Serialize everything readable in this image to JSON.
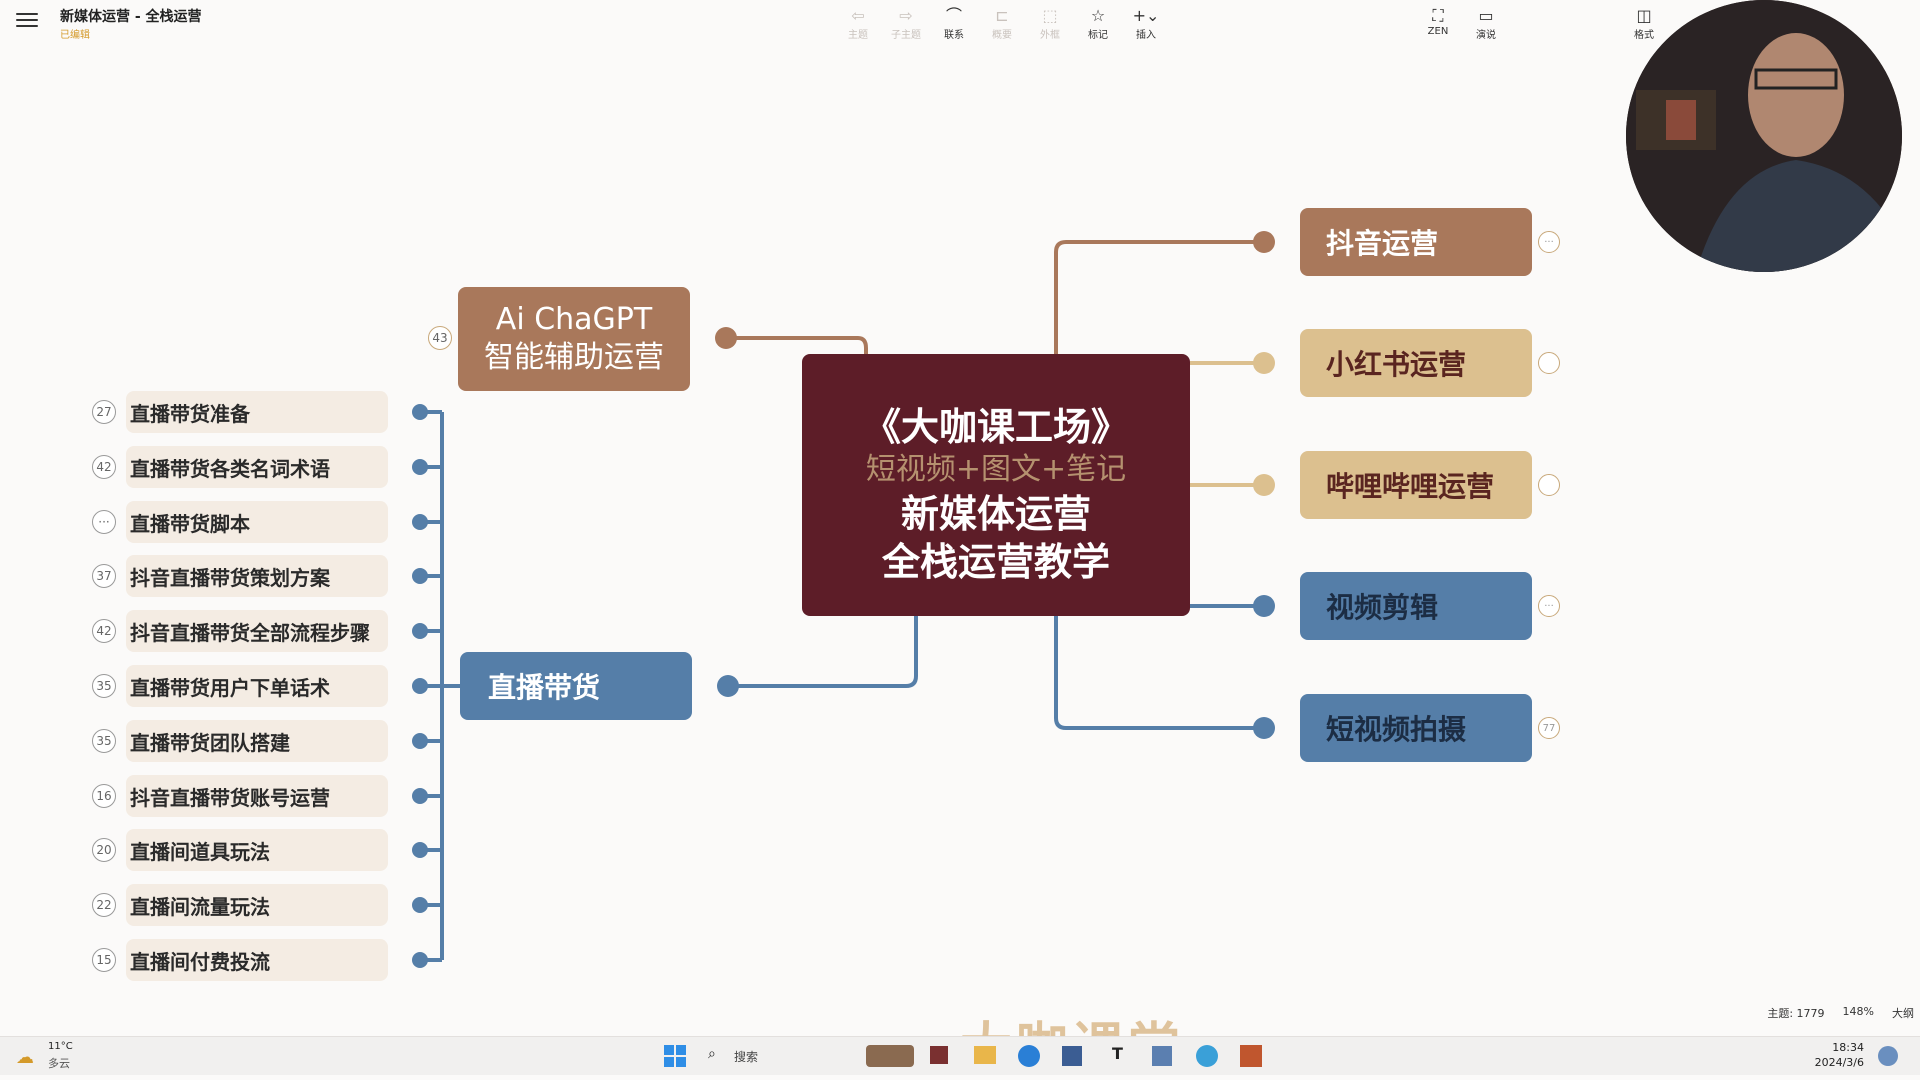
{
  "app": {
    "title": "新媒体运营 - 全栈运营",
    "status": "已编辑"
  },
  "toolbar": {
    "tools": [
      {
        "id": "topic",
        "label": "主题",
        "icon": "topic-icon",
        "glyph": "⇦",
        "enabled": false
      },
      {
        "id": "subtopic",
        "label": "子主题",
        "icon": "subtopic-icon",
        "glyph": "⇨",
        "enabled": false
      },
      {
        "id": "relation",
        "label": "联系",
        "icon": "relation-icon",
        "glyph": "⌒",
        "enabled": true
      },
      {
        "id": "summary",
        "label": "概要",
        "icon": "summary-icon",
        "glyph": "⊏",
        "enabled": false
      },
      {
        "id": "boundary",
        "label": "外框",
        "icon": "boundary-icon",
        "glyph": "⬚",
        "enabled": false
      },
      {
        "id": "marker",
        "label": "标记",
        "icon": "star-icon",
        "glyph": "☆",
        "enabled": true
      },
      {
        "id": "insert",
        "label": "插入",
        "icon": "plus-icon",
        "glyph": "+⌄",
        "enabled": true
      }
    ],
    "zen_label": "ZEN",
    "present_label": "演说",
    "format_label": "格式"
  },
  "mindmap": {
    "central": {
      "line1": "《大咖课工场》",
      "line2": "短视频+图文+笔记",
      "line3": "新媒体运营",
      "line4": "全栈运营教学"
    },
    "ai_node": {
      "line1": "Ai ChaGPT",
      "line2": "智能辅助运营",
      "badge": "43"
    },
    "live_node": {
      "label": "直播带货"
    },
    "right_nodes": [
      {
        "label": "抖音运营",
        "style": "brown",
        "badge": "···"
      },
      {
        "label": "小红书运营",
        "style": "tan",
        "badge": ""
      },
      {
        "label": "哔哩哔哩运营",
        "style": "tan",
        "badge": ""
      },
      {
        "label": "视频剪辑",
        "style": "blue",
        "badge": "···"
      },
      {
        "label": "短视频拍摄",
        "style": "blue",
        "badge": "77"
      }
    ],
    "live_children": [
      {
        "label": "直播带货准备",
        "badge": "27"
      },
      {
        "label": "直播带货各类名词术语",
        "badge": "42"
      },
      {
        "label": "直播带货脚本",
        "badge": "···"
      },
      {
        "label": "抖音直播带货策划方案",
        "badge": "37"
      },
      {
        "label": "抖音直播带货全部流程步骤",
        "badge": "42"
      },
      {
        "label": "直播带货用户下单话术",
        "badge": "35"
      },
      {
        "label": "直播带货团队搭建",
        "badge": "35"
      },
      {
        "label": "抖音直播带货账号运营",
        "badge": "16"
      },
      {
        "label": "直播间道具玩法",
        "badge": "20"
      },
      {
        "label": "直播间流量玩法",
        "badge": "22"
      },
      {
        "label": "直播间付费投流",
        "badge": "15"
      }
    ],
    "colors": {
      "central": "#5d1d28",
      "brown": "#a9785b",
      "tan": "#dcc08f",
      "blue": "#557ea8"
    }
  },
  "statusbar": {
    "topics": "主题: 1779",
    "zoom": "148%",
    "outline": "大纲"
  },
  "watermark": "大咖课堂",
  "taskbar": {
    "weather_temp": "11°C",
    "weather_desc": "多云",
    "search_label": "搜索",
    "time": "18:34",
    "date": "2024/3/6"
  }
}
